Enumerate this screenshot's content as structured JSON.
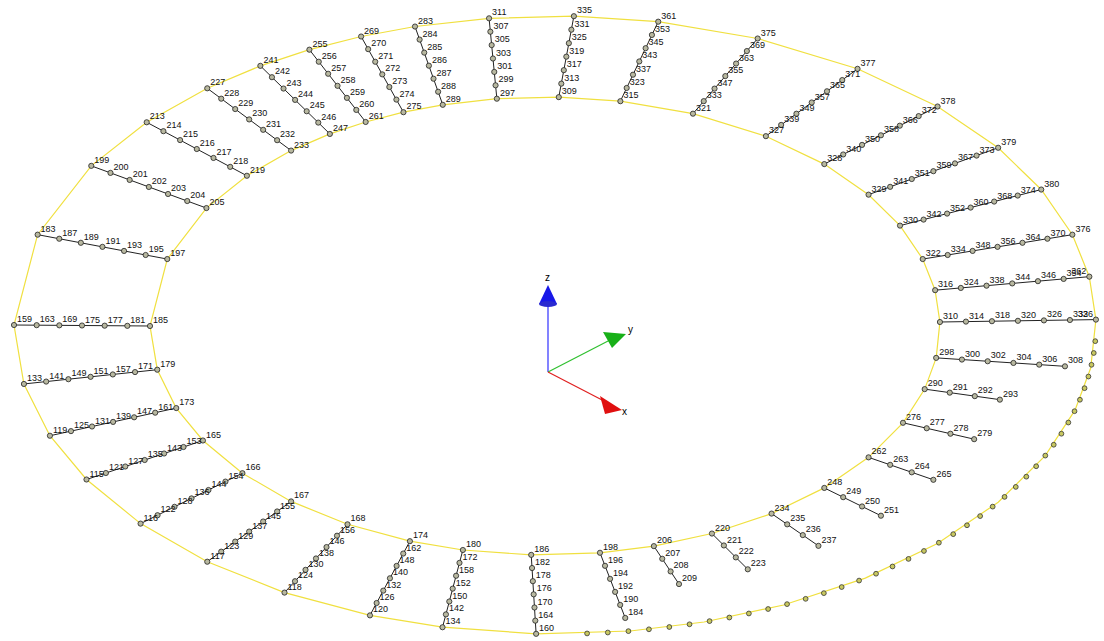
{
  "diagram": {
    "labels": [
      "335",
      "331",
      "325",
      "319",
      "317",
      "313",
      "309",
      "361",
      "353",
      "345",
      "343",
      "337",
      "323",
      "315",
      "375",
      "369",
      "363",
      "355",
      "347",
      "333",
      "321",
      "377",
      "371",
      "365",
      "357",
      "349",
      "339",
      "327",
      "378",
      "372",
      "366",
      "358",
      "350",
      "340",
      "328",
      "379",
      "373",
      "367",
      "359",
      "351",
      "341",
      "329",
      "380",
      "374",
      "368",
      "360",
      "352",
      "342",
      "330",
      "376",
      "370",
      "364",
      "356",
      "348",
      "334",
      "322",
      "362",
      "354",
      "346",
      "344",
      "338",
      "324",
      "316",
      "336",
      "332",
      "326",
      "320",
      "318",
      "314",
      "310",
      "308",
      "306",
      "304",
      "302",
      "300",
      "298",
      "293",
      "292",
      "291",
      "290",
      "279",
      "278",
      "277",
      "276",
      "265",
      "264",
      "263",
      "262",
      "251",
      "250",
      "249",
      "248",
      "237",
      "236",
      "235",
      "234",
      "223",
      "222",
      "221",
      "220",
      "209",
      "208",
      "207",
      "206",
      "184",
      "190",
      "192",
      "194",
      "196",
      "198",
      "160",
      "164",
      "170",
      "176",
      "178",
      "182",
      "186",
      "134",
      "142",
      "150",
      "152",
      "158",
      "172",
      "180",
      "120",
      "126",
      "132",
      "140",
      "148",
      "162",
      "174",
      "118",
      "124",
      "130",
      "138",
      "146",
      "156",
      "168",
      "117",
      "123",
      "129",
      "137",
      "145",
      "155",
      "167",
      "116",
      "122",
      "128",
      "136",
      "144",
      "154",
      "166",
      "115",
      "121",
      "127",
      "135",
      "143",
      "153",
      "165",
      "119",
      "125",
      "131",
      "139",
      "147",
      "161",
      "173",
      "133",
      "141",
      "149",
      "151",
      "157",
      "171",
      "179",
      "159",
      "163",
      "169",
      "175",
      "177",
      "181",
      "185",
      "183",
      "187",
      "189",
      "191",
      "193",
      "195",
      "197",
      "199",
      "200",
      "201",
      "202",
      "203",
      "204",
      "205",
      "213",
      "214",
      "215",
      "216",
      "217",
      "218",
      "219",
      "227",
      "228",
      "229",
      "230",
      "231",
      "232",
      "233",
      "241",
      "242",
      "243",
      "244",
      "245",
      "246",
      "247",
      "255",
      "256",
      "257",
      "258",
      "259",
      "260",
      "261",
      "269",
      "270",
      "271",
      "272",
      "273",
      "274",
      "275",
      "283",
      "284",
      "285",
      "286",
      "287",
      "288",
      "289",
      "311",
      "307",
      "305",
      "303",
      "301",
      "299",
      "297",
      "z",
      "y",
      "x"
    ]
  }
}
